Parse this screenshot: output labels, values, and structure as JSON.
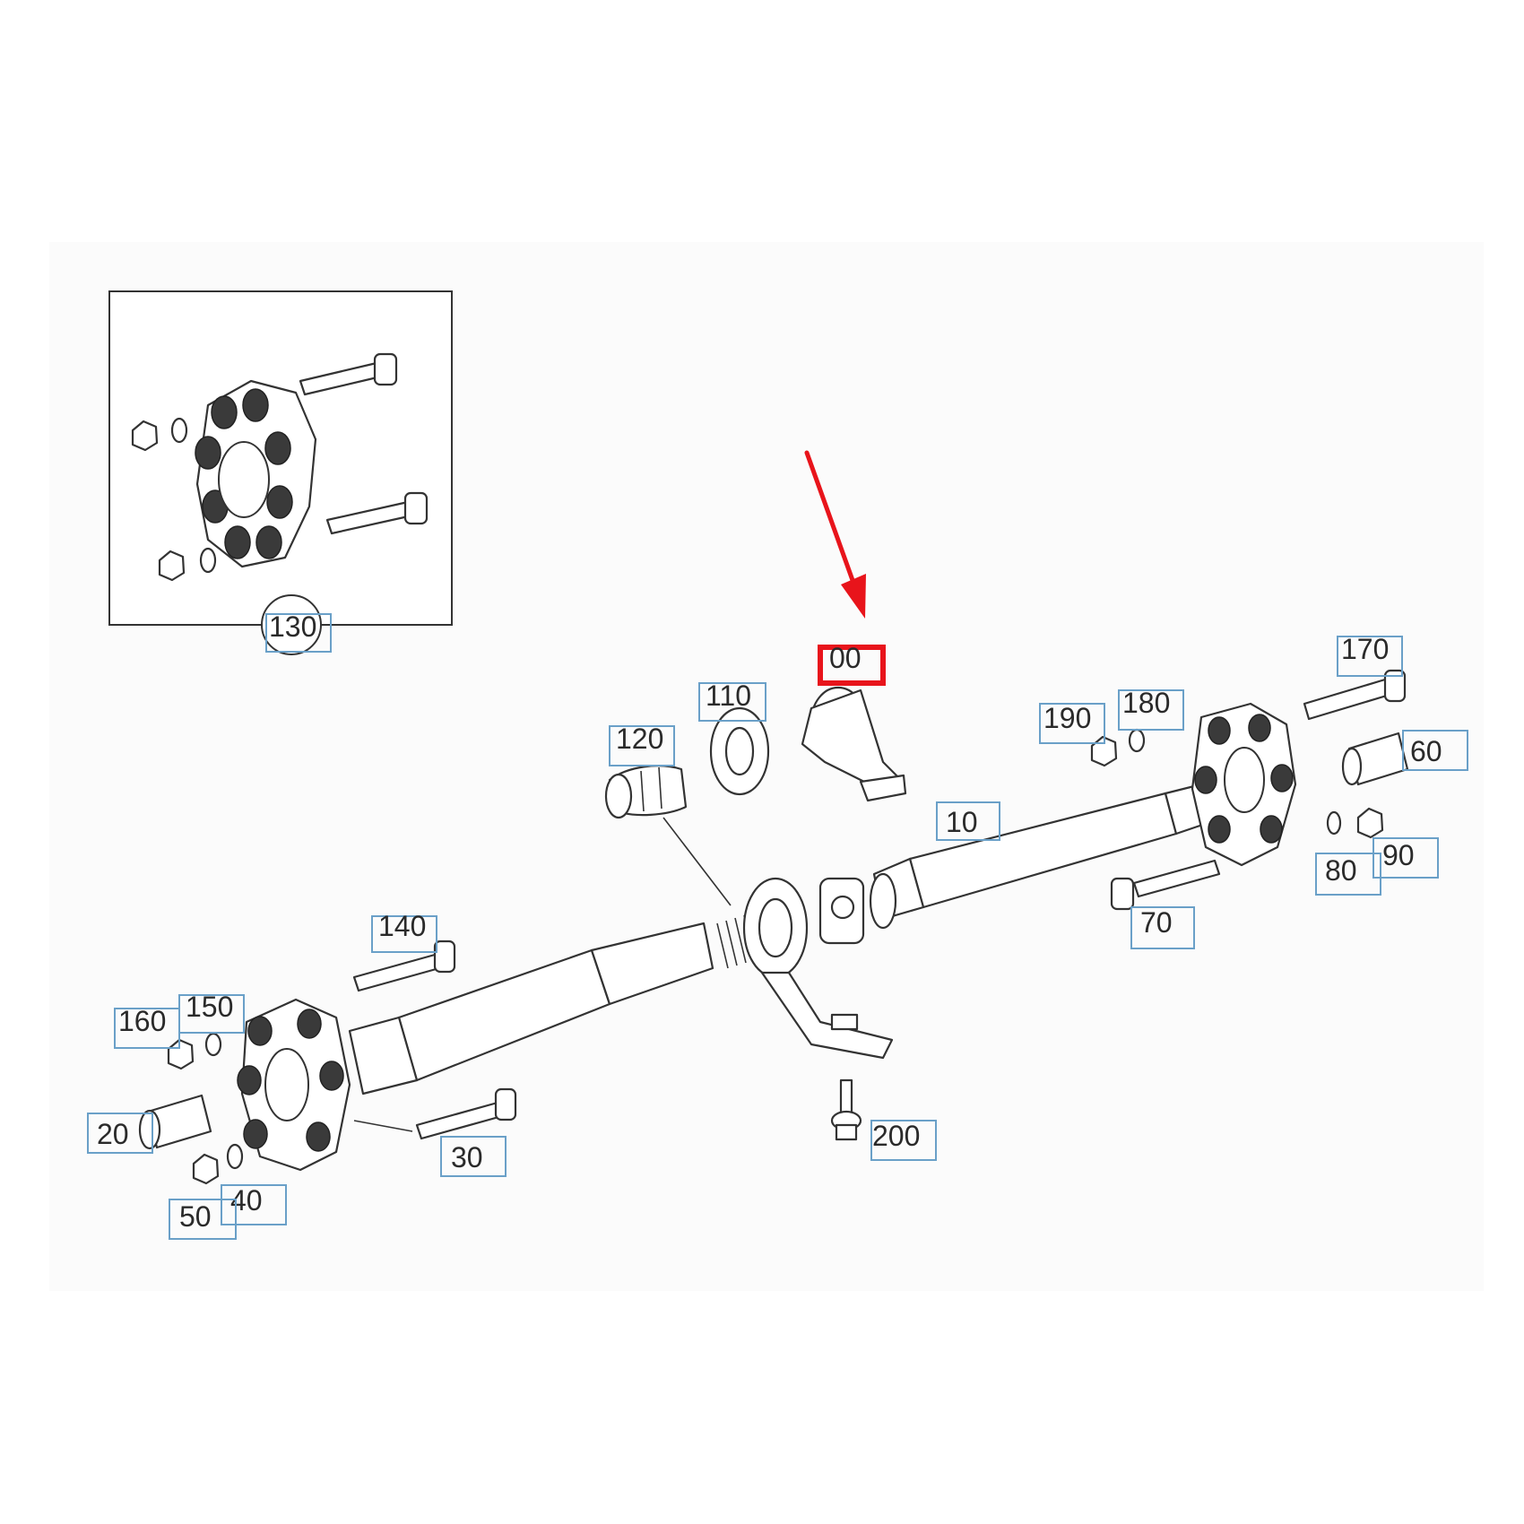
{
  "callouts": [
    "10",
    "20",
    "30",
    "40",
    "50",
    "60",
    "70",
    "80",
    "90",
    "00",
    "110",
    "120",
    "130",
    "140",
    "150",
    "160",
    "170",
    "180",
    "190",
    "200"
  ],
  "accent": "#e8141b",
  "callout_box_color": "#6aa0c8"
}
